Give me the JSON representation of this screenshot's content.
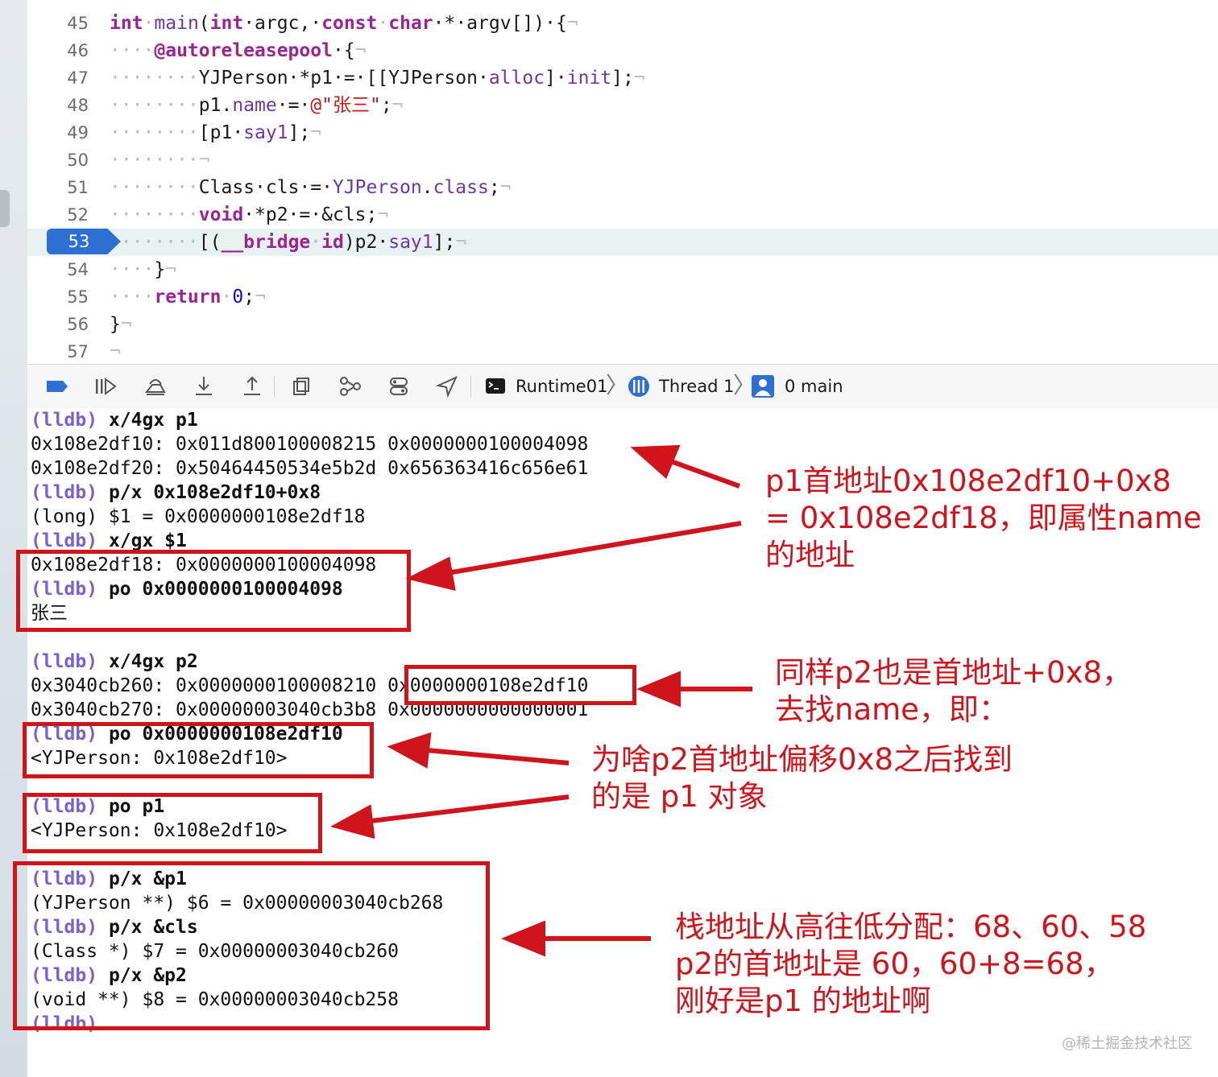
{
  "editor": {
    "lines": [
      {
        "num": "45",
        "tokens": [
          {
            "t": "int",
            "c": "k"
          },
          {
            "t": "·",
            "c": "dot"
          },
          {
            "t": "main",
            "c": "f"
          },
          {
            "t": "(",
            "c": ""
          },
          {
            "t": "int",
            "c": "k"
          },
          {
            "t": "·argc,·",
            "c": ""
          },
          {
            "t": "const",
            "c": "k"
          },
          {
            "t": "·",
            "c": "dot"
          },
          {
            "t": "char",
            "c": "k"
          },
          {
            "t": "·*·argv[])·{",
            "c": ""
          },
          {
            "t": "¬",
            "c": "ret"
          }
        ]
      },
      {
        "num": "46",
        "tokens": [
          {
            "t": "····",
            "c": "dot"
          },
          {
            "t": "@autoreleasepool",
            "c": "k"
          },
          {
            "t": "·{",
            "c": ""
          },
          {
            "t": "¬",
            "c": "ret"
          }
        ]
      },
      {
        "num": "47",
        "tokens": [
          {
            "t": "········",
            "c": "dot"
          },
          {
            "t": "YJPerson·*p1·=·[[YJPerson·",
            "c": ""
          },
          {
            "t": "alloc",
            "c": "f"
          },
          {
            "t": "]·",
            "c": ""
          },
          {
            "t": "init",
            "c": "f"
          },
          {
            "t": "];",
            "c": ""
          },
          {
            "t": "¬",
            "c": "ret"
          }
        ]
      },
      {
        "num": "48",
        "tokens": [
          {
            "t": "········",
            "c": "dot"
          },
          {
            "t": "p1.",
            "c": ""
          },
          {
            "t": "name",
            "c": "f"
          },
          {
            "t": "·=·",
            "c": ""
          },
          {
            "t": "@\"张三\"",
            "c": "s"
          },
          {
            "t": ";",
            "c": ""
          },
          {
            "t": "¬",
            "c": "ret"
          }
        ]
      },
      {
        "num": "49",
        "tokens": [
          {
            "t": "········",
            "c": "dot"
          },
          {
            "t": "[p1·",
            "c": ""
          },
          {
            "t": "say1",
            "c": "f"
          },
          {
            "t": "];",
            "c": ""
          },
          {
            "t": "¬",
            "c": "ret"
          }
        ]
      },
      {
        "num": "50",
        "tokens": [
          {
            "t": "········",
            "c": "dot"
          },
          {
            "t": "¬",
            "c": "ret"
          }
        ]
      },
      {
        "num": "51",
        "tokens": [
          {
            "t": "········",
            "c": "dot"
          },
          {
            "t": "Class·cls·=·",
            "c": ""
          },
          {
            "t": "YJPerson",
            "c": "f"
          },
          {
            "t": ".",
            "c": ""
          },
          {
            "t": "class",
            "c": "f"
          },
          {
            "t": ";",
            "c": ""
          },
          {
            "t": "¬",
            "c": "ret"
          }
        ]
      },
      {
        "num": "52",
        "tokens": [
          {
            "t": "········",
            "c": "dot"
          },
          {
            "t": "void",
            "c": "k"
          },
          {
            "t": "·*p2·=·&cls;",
            "c": ""
          },
          {
            "t": "¬",
            "c": "ret"
          }
        ]
      },
      {
        "num": "53",
        "tokens": [
          {
            "t": "········",
            "c": "dot"
          },
          {
            "t": "[(",
            "c": ""
          },
          {
            "t": "__bridge",
            "c": "k"
          },
          {
            "t": "·",
            "c": "dot"
          },
          {
            "t": "id",
            "c": "k"
          },
          {
            "t": ")p2·",
            "c": ""
          },
          {
            "t": "say1",
            "c": "f"
          },
          {
            "t": "];",
            "c": ""
          },
          {
            "t": "¬",
            "c": "ret"
          }
        ]
      },
      {
        "num": "54",
        "tokens": [
          {
            "t": "····",
            "c": "dot"
          },
          {
            "t": "}",
            "c": ""
          },
          {
            "t": "¬",
            "c": "ret"
          }
        ]
      },
      {
        "num": "55",
        "tokens": [
          {
            "t": "····",
            "c": "dot"
          },
          {
            "t": "return",
            "c": "k"
          },
          {
            "t": "·",
            "c": "dot"
          },
          {
            "t": "0",
            "c": "n"
          },
          {
            "t": ";",
            "c": ""
          },
          {
            "t": "¬",
            "c": "ret"
          }
        ]
      },
      {
        "num": "56",
        "tokens": [
          {
            "t": "}",
            "c": ""
          },
          {
            "t": "¬",
            "c": "ret"
          }
        ]
      },
      {
        "num": "57",
        "tokens": [
          {
            "t": "¬",
            "c": "ret"
          }
        ]
      }
    ],
    "breakpoint_line": "53"
  },
  "toolbar": {
    "crumbs": [
      {
        "label": "Runtime01",
        "icon": "terminal-icon"
      },
      {
        "label": "Thread 1",
        "icon": "thread-icon"
      },
      {
        "label": "0 main",
        "icon": "stack-frame-icon"
      }
    ],
    "icons": [
      "breakpoints-toggle-icon",
      "continue-icon",
      "step-over-icon",
      "step-into-icon",
      "step-out-icon",
      "view-hierarchy-icon",
      "memory-graph-icon",
      "environment-icon",
      "location-icon"
    ]
  },
  "console": {
    "lines": [
      {
        "prompt": "(lldb)",
        "cmd": " x/4gx p1"
      },
      {
        "text": "0x108e2df10: 0x011d800100008215 0x0000000100004098"
      },
      {
        "text": "0x108e2df20: 0x50464450534e5b2d 0x656363416c656e61"
      },
      {
        "prompt": "(lldb)",
        "cmd": " p/x 0x108e2df10+0x8"
      },
      {
        "text": "(long) $1 = 0x0000000108e2df18"
      },
      {
        "prompt": "(lldb)",
        "cmd": " x/gx $1"
      },
      {
        "text": "0x108e2df18: 0x0000000100004098"
      },
      {
        "prompt": "(lldb)",
        "cmd": " po 0x0000000100004098"
      },
      {
        "text": "张三"
      },
      {
        "text": ""
      },
      {
        "prompt": "(lldb)",
        "cmd": " x/4gx p2"
      },
      {
        "text": "0x3040cb260: 0x0000000100008210 0x0000000108e2df10"
      },
      {
        "text": "0x3040cb270: 0x00000003040cb3b8 0x0000000000000001"
      },
      {
        "prompt": "(lldb)",
        "cmd": " po 0x0000000108e2df10"
      },
      {
        "text": "<YJPerson: 0x108e2df10>"
      },
      {
        "text": ""
      },
      {
        "prompt": "(lldb)",
        "cmd": " po p1"
      },
      {
        "text": "<YJPerson: 0x108e2df10>"
      },
      {
        "text": ""
      },
      {
        "prompt": "(lldb)",
        "cmd": " p/x &p1"
      },
      {
        "text": "(YJPerson **) $6 = 0x00000003040cb268"
      },
      {
        "prompt": "(lldb)",
        "cmd": " p/x &cls"
      },
      {
        "text": "(Class *) $7 = 0x00000003040cb260"
      },
      {
        "prompt": "(lldb)",
        "cmd": " p/x &p2"
      },
      {
        "text": "(void **) $8 = 0x00000003040cb258"
      },
      {
        "prompt": "(lldb)",
        "cmd": ""
      }
    ]
  },
  "annotations": {
    "note1": "p1首地址0x108e2df10+0x8\n= 0x108e2df18，即属性name\n的地址",
    "note2": "同样p2也是首地址+0x8，\n去找name，即：",
    "note3": "为啥p2首地址偏移0x8之后找到\n的是 p1 对象",
    "note4": "栈地址从高往低分配：68、60、58\np2的首地址是 60，60+8=68，\n刚好是p1 的地址啊"
  },
  "watermark": "@稀土掘金技术社区",
  "colors": {
    "annotation_red": "#d0141c",
    "lldb_prompt": "#7a5fd6",
    "breakpoint_blue": "#2d6fd2",
    "current_line": "#e8f2f2"
  }
}
